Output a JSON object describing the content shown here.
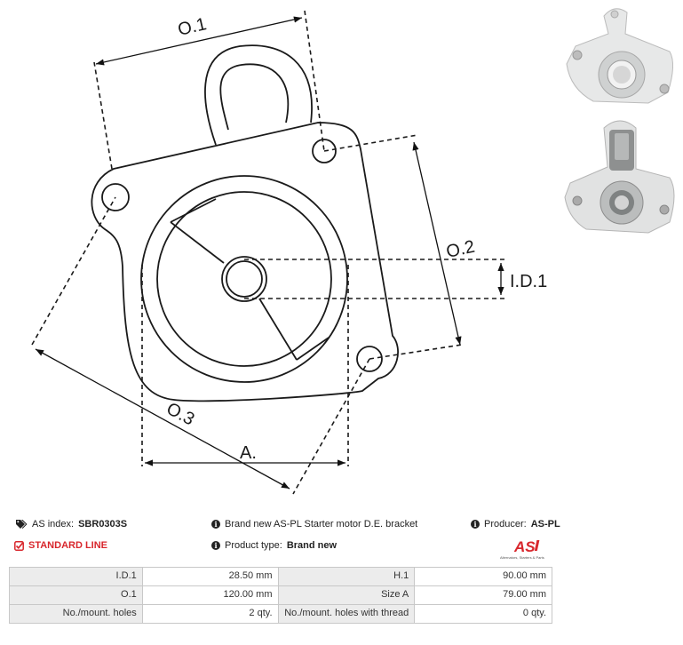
{
  "diagram": {
    "dims": {
      "o1": "O.1",
      "o2": "O.2",
      "o3": "O.3",
      "id1": "I.D.1",
      "a": "A."
    }
  },
  "info": {
    "as_index_label": "AS index:",
    "as_index_value": "SBR0303S",
    "description": "Brand new AS-PL Starter motor D.E. bracket",
    "producer_label": "Producer:",
    "producer_value": "AS-PL",
    "line_label": "STANDARD LINE",
    "product_type_label": "Product type:",
    "product_type_value": "Brand new",
    "logo_text": "AS",
    "logo_sub": "Alternators, Starters & Parts",
    "accent_color": "#d8262c"
  },
  "params": {
    "rows": [
      {
        "l1": "I.D.1",
        "v1": "28.50 mm",
        "l2": "H.1",
        "v2": "90.00 mm"
      },
      {
        "l1": "O.1",
        "v1": "120.00 mm",
        "l2": "Size A",
        "v2": "79.00 mm"
      },
      {
        "l1": "No./mount. holes",
        "v1": "2 qty.",
        "l2": "No./mount. holes with thread",
        "v2": "0 qty."
      }
    ]
  },
  "icons": {
    "tags": "tags-icon",
    "info": "info-icon",
    "checkbox": "checkbox-icon"
  }
}
